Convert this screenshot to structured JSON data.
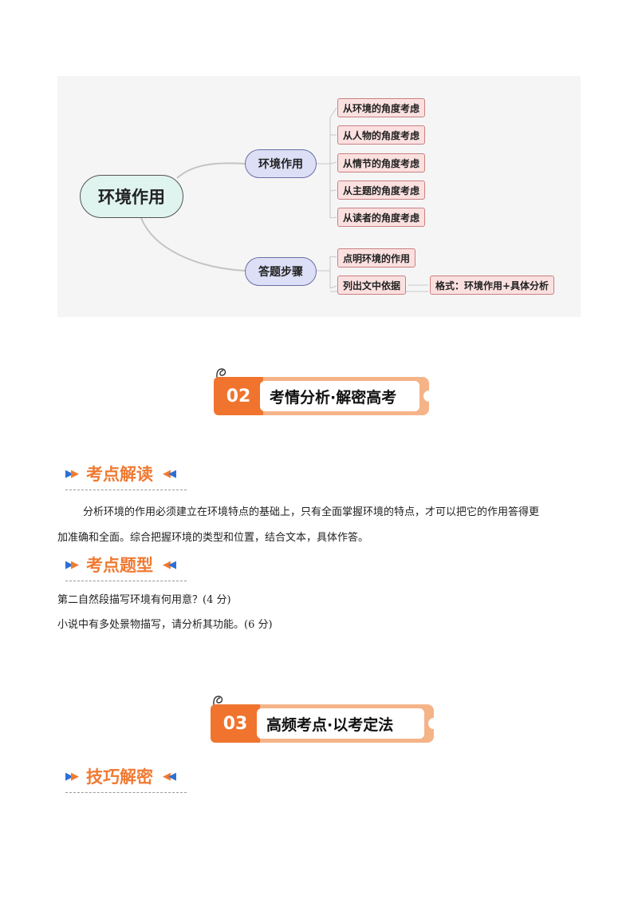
{
  "mindmap": {
    "root": "环境作用",
    "branches": [
      {
        "label": "环境作用",
        "leaves": [
          "从环境的角度考虑",
          "从人物的角度考虑",
          "从情节的角度考虑",
          "从主题的角度考虑",
          "从读者的角度考虑"
        ]
      },
      {
        "label": "答题步骤",
        "leaves": [
          "点明环境的作用",
          "列出文中依据"
        ],
        "extra": "格式：环境作用+具体分析"
      }
    ]
  },
  "section02": {
    "number": "02",
    "title": "考情分析·解密高考"
  },
  "section03": {
    "number": "03",
    "title": "高频考点·以考定法"
  },
  "subheads": {
    "kaodian_jiedu": "考点解读",
    "kaodian_tixing": "考点题型",
    "jiqiao_jiemi": "技巧解密"
  },
  "body": {
    "para1_line1": "分析环境的作用必须建立在环境特点的基础上，只有全面掌握环境的特点，才可以把它的作用答得更",
    "para1_line2": "加准确和全面。综合把握环境的类型和位置，结合文本，具体作答。",
    "q1": "第二自然段描写环境有何用意？(4 分)",
    "q2": "小说中有多处景物描写，请分析其功能。(6 分)"
  },
  "colors": {
    "accent_orange": "#f0742e",
    "accent_blue": "#2a6fd6",
    "banner_light": "#f5b388"
  }
}
